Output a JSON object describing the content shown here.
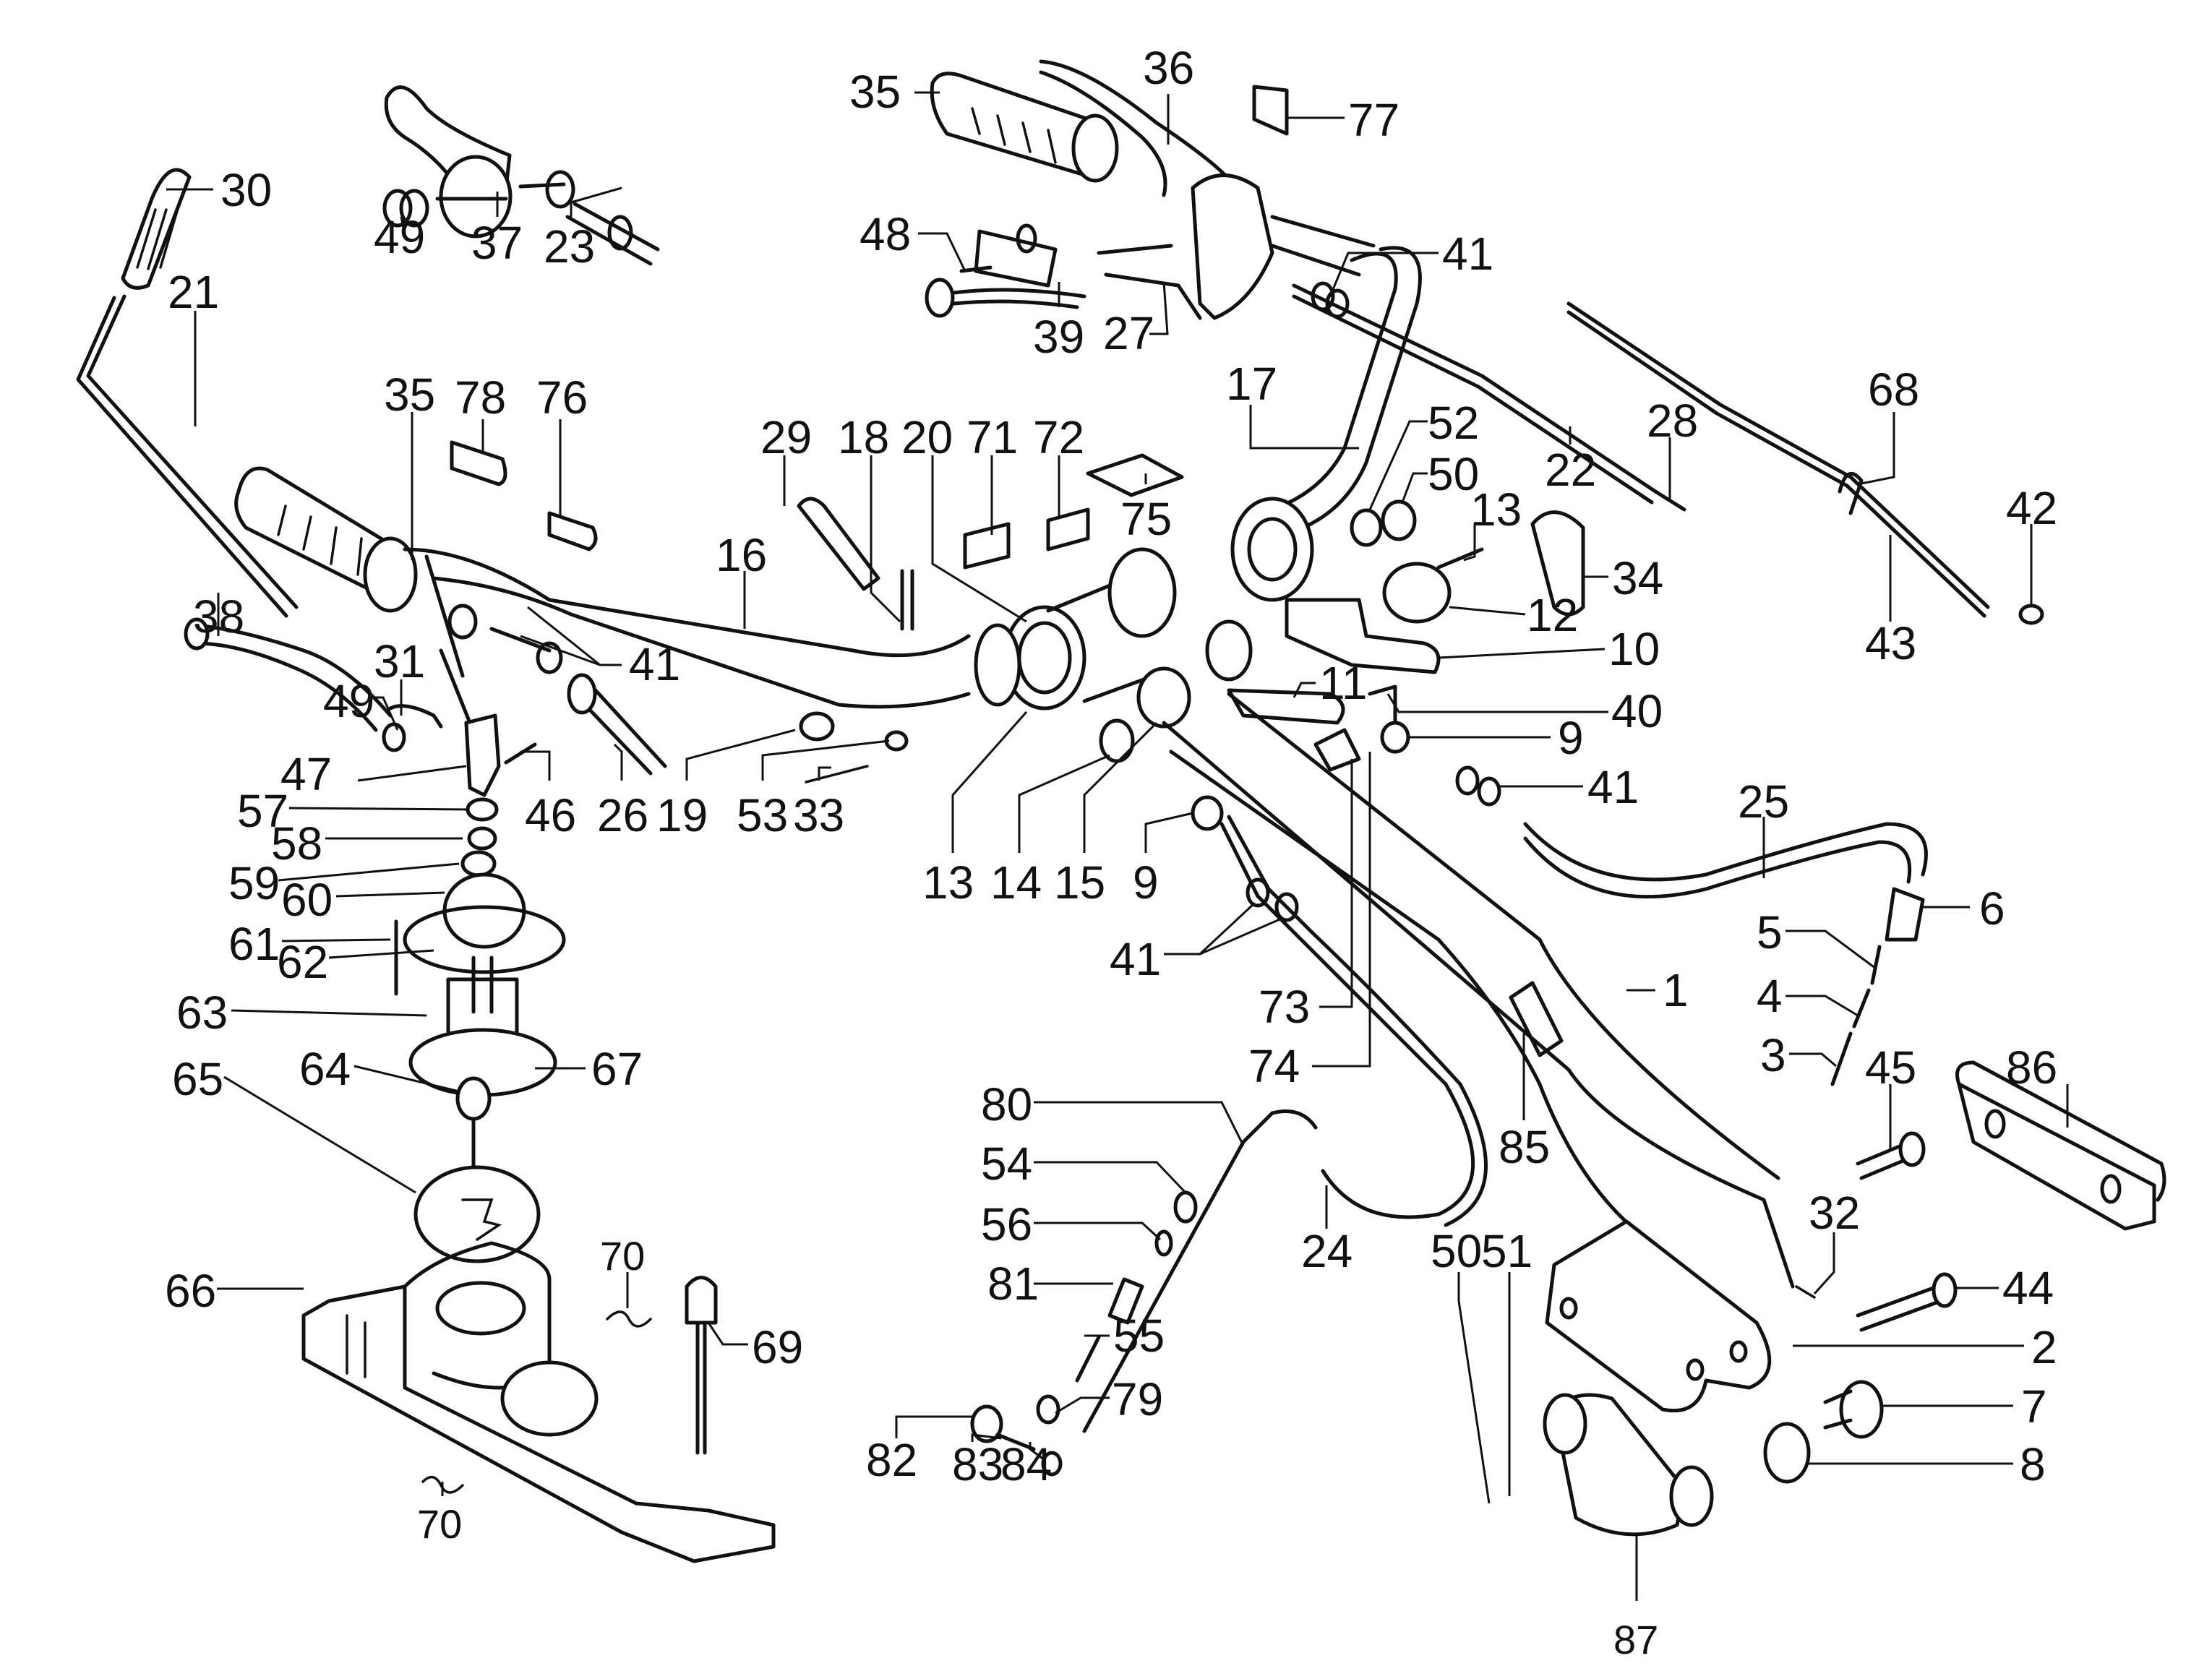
{
  "diagram": {
    "type": "exploded-parts-diagram",
    "subject": "handlebar, shift lever and control cable assembly",
    "line_color": "#111111",
    "background_color": "#ffffff"
  },
  "callouts": [
    {
      "id": "c1",
      "label": "1",
      "part": "handlebar-frame"
    },
    {
      "id": "c2",
      "label": "2",
      "part": "frame-bracket"
    },
    {
      "id": "c3",
      "label": "3",
      "part": "cable-end"
    },
    {
      "id": "c4",
      "label": "4",
      "part": "spring"
    },
    {
      "id": "c5",
      "label": "5",
      "part": "adjuster"
    },
    {
      "id": "c6",
      "label": "6",
      "part": "cable-boot"
    },
    {
      "id": "c7",
      "label": "7",
      "part": "collar-bolt"
    },
    {
      "id": "c8",
      "label": "8",
      "part": "washer"
    },
    {
      "id": "c9a",
      "label": "9",
      "part": "cable-clamp-center"
    },
    {
      "id": "c9b",
      "label": "9",
      "part": "cable-clamp-right"
    },
    {
      "id": "c10",
      "label": "10",
      "part": "lever-arm"
    },
    {
      "id": "c11",
      "label": "11",
      "part": "link-arm"
    },
    {
      "id": "c12",
      "label": "12",
      "part": "knob-cap"
    },
    {
      "id": "c13a",
      "label": "13",
      "part": "pin-center"
    },
    {
      "id": "c13b",
      "label": "13",
      "part": "pin-right"
    },
    {
      "id": "c14",
      "label": "14",
      "part": "bushing"
    },
    {
      "id": "c15",
      "label": "15",
      "part": "clamp-block"
    },
    {
      "id": "c16",
      "label": "16",
      "part": "handlebar-left-tube"
    },
    {
      "id": "c17",
      "label": "17",
      "part": "handlebar-right-tube"
    },
    {
      "id": "c18",
      "label": "18",
      "part": "lock-pin"
    },
    {
      "id": "c19",
      "label": "19",
      "part": "cable-guide"
    },
    {
      "id": "c20",
      "label": "20",
      "part": "serrated-hub"
    },
    {
      "id": "c21",
      "label": "21",
      "part": "shift-rod"
    },
    {
      "id": "c22",
      "label": "22",
      "part": "throttle-cable"
    },
    {
      "id": "c23",
      "label": "23",
      "part": "cable"
    },
    {
      "id": "c24",
      "label": "24",
      "part": "clutch-cable"
    },
    {
      "id": "c25",
      "label": "25",
      "part": "brake-cable"
    },
    {
      "id": "c26",
      "label": "26",
      "part": "cable-left"
    },
    {
      "id": "c27",
      "label": "27",
      "part": "cable-bracket"
    },
    {
      "id": "c28",
      "label": "28",
      "part": "cable-spring"
    },
    {
      "id": "c29",
      "label": "29",
      "part": "lock-lever"
    },
    {
      "id": "c30",
      "label": "30",
      "part": "shift-knob"
    },
    {
      "id": "c31",
      "label": "31",
      "part": "clip"
    },
    {
      "id": "c32",
      "label": "32",
      "part": "grease-nipple"
    },
    {
      "id": "c33",
      "label": "33",
      "part": "spring-pin"
    },
    {
      "id": "c34",
      "label": "34",
      "part": "lever-cover"
    },
    {
      "id": "c35a",
      "label": "35",
      "part": "grip-left"
    },
    {
      "id": "c35b",
      "label": "35",
      "part": "grip-right"
    },
    {
      "id": "c36",
      "label": "36",
      "part": "brake-lever"
    },
    {
      "id": "c37",
      "label": "37",
      "part": "throttle-lever"
    },
    {
      "id": "c38",
      "label": "38",
      "part": "clutch-lever"
    },
    {
      "id": "c39",
      "label": "39",
      "part": "lever-bracket"
    },
    {
      "id": "c40",
      "label": "40",
      "part": "cable-adjuster"
    },
    {
      "id": "c41a",
      "label": "41",
      "part": "nut-set-left"
    },
    {
      "id": "c41b",
      "label": "41",
      "part": "nut-set-top"
    },
    {
      "id": "c41c",
      "label": "41",
      "part": "nut-set-right"
    },
    {
      "id": "c41d",
      "label": "41",
      "part": "nut-set-center"
    },
    {
      "id": "c42",
      "label": "42",
      "part": "cable-end-fitting"
    },
    {
      "id": "c43",
      "label": "43",
      "part": "control-cable"
    },
    {
      "id": "c44",
      "label": "44",
      "part": "bolt-long"
    },
    {
      "id": "c45",
      "label": "45",
      "part": "bolt-short"
    },
    {
      "id": "c46",
      "label": "46",
      "part": "screw"
    },
    {
      "id": "c47",
      "label": "47",
      "part": "shift-arm"
    },
    {
      "id": "c48",
      "label": "48",
      "part": "set-screw"
    },
    {
      "id": "c49a",
      "label": "49",
      "part": "nut-top"
    },
    {
      "id": "c49b",
      "label": "49",
      "part": "nut-mid"
    },
    {
      "id": "c50a",
      "label": "50",
      "part": "nut-upper"
    },
    {
      "id": "c50b",
      "label": "50",
      "part": "nut-lower"
    },
    {
      "id": "c51",
      "label": "51",
      "part": "washer-lower"
    },
    {
      "id": "c52",
      "label": "52",
      "part": "washer-upper"
    },
    {
      "id": "c53",
      "label": "53",
      "part": "washer-small"
    },
    {
      "id": "c54",
      "label": "54",
      "part": "adjuster-nut"
    },
    {
      "id": "c55",
      "label": "55",
      "part": "return-spring"
    },
    {
      "id": "c56",
      "label": "56",
      "part": "lock-nut"
    },
    {
      "id": "c57",
      "label": "57",
      "part": "circlip"
    },
    {
      "id": "c58",
      "label": "58",
      "part": "washer-stack"
    },
    {
      "id": "c59",
      "label": "59",
      "part": "spring-washer"
    },
    {
      "id": "c60",
      "label": "60",
      "part": "ball-joint"
    },
    {
      "id": "c61",
      "label": "61",
      "part": "pin"
    },
    {
      "id": "c62",
      "label": "62",
      "part": "ball-seat"
    },
    {
      "id": "c63",
      "label": "63",
      "part": "shift-housing"
    },
    {
      "id": "c64",
      "label": "64",
      "part": "shift-lever-ball"
    },
    {
      "id": "c65",
      "label": "65",
      "part": "gate-plate"
    },
    {
      "id": "c66",
      "label": "66",
      "part": "shift-base"
    },
    {
      "id": "c67",
      "label": "67",
      "part": "housing-collar"
    },
    {
      "id": "c68",
      "label": "68",
      "part": "cable-clip"
    },
    {
      "id": "c69",
      "label": "69",
      "part": "lock-knob"
    },
    {
      "id": "c70a",
      "label": "70",
      "part": "clip-upper"
    },
    {
      "id": "c70b",
      "label": "70",
      "part": "clip-lower"
    },
    {
      "id": "c71",
      "label": "71",
      "part": "decal-71"
    },
    {
      "id": "c72",
      "label": "72",
      "part": "decal-72"
    },
    {
      "id": "c73",
      "label": "73",
      "part": "decal-73"
    },
    {
      "id": "c74",
      "label": "74",
      "part": "decal-74"
    },
    {
      "id": "c75",
      "label": "75",
      "part": "decal-75"
    },
    {
      "id": "c76",
      "label": "76",
      "part": "pad-76"
    },
    {
      "id": "c77",
      "label": "77",
      "part": "decal-77"
    },
    {
      "id": "c78",
      "label": "78",
      "part": "pad-78"
    },
    {
      "id": "c79",
      "label": "79",
      "part": "washer-cable"
    },
    {
      "id": "c80",
      "label": "80",
      "part": "cable-fitting"
    },
    {
      "id": "c81",
      "label": "81",
      "part": "cable-sleeve"
    },
    {
      "id": "c82",
      "label": "82",
      "part": "cable-bolt"
    },
    {
      "id": "c83",
      "label": "83",
      "part": "cable-holder"
    },
    {
      "id": "c84",
      "label": "84",
      "part": "cable-nut"
    },
    {
      "id": "c85",
      "label": "85",
      "part": "decal-85"
    },
    {
      "id": "c86",
      "label": "86",
      "part": "mounting-plate"
    },
    {
      "id": "c87",
      "label": "87",
      "part": "pivot-base"
    }
  ]
}
